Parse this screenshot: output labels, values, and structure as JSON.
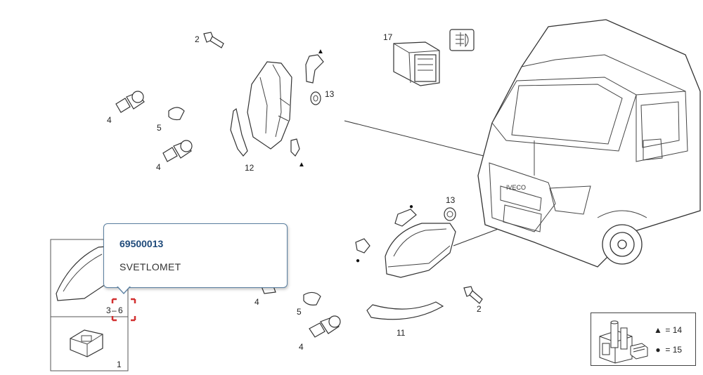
{
  "popup": {
    "part_number": "69500013",
    "description": "SVETLOMET"
  },
  "labels": {
    "top_bolt": "2",
    "top_bulb_a": "4",
    "top_bulb_small": "5",
    "top_bulb_b": "4",
    "top_ring": "13",
    "top_trim": "12",
    "switch": "17",
    "bot_ring": "13",
    "bot_bolt": "2",
    "bot_bulb_left": "4",
    "bot_bulb_small": "5",
    "bot_bulb": "4",
    "bot_trim": "11",
    "inset_ref": "3",
    "inset_sel": "6",
    "inset_bottom": "1"
  },
  "legend": {
    "triangle_value": "14",
    "dot_value": "15",
    "triangle_symbol": "▲",
    "dot_symbol": "●",
    "eq": "="
  },
  "colors": {
    "selection": "#d23030",
    "popup_title": "#1f4a7a",
    "popup_border": "#5a7fa0"
  }
}
